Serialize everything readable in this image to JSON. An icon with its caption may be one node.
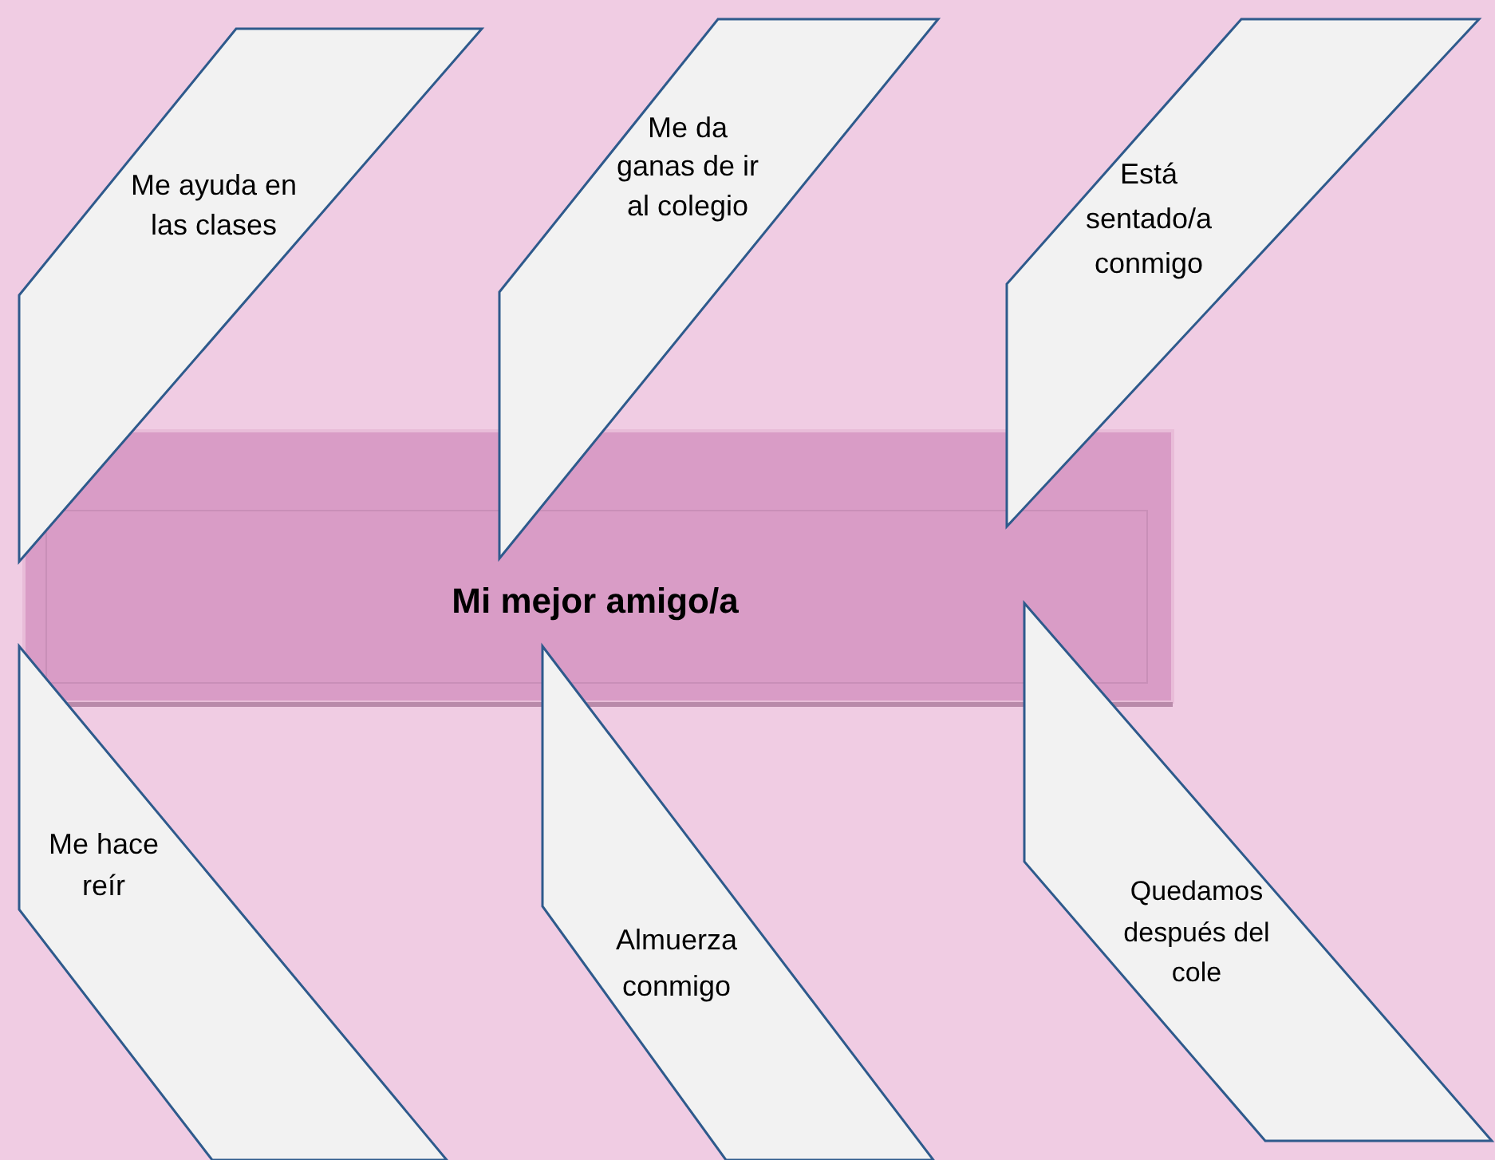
{
  "diagram": {
    "nodes": [
      {
        "text": [
          "Me ayuda en las clases"
        ]
      },
      {
        "text": [
          "Me da ganas de ir al colegio"
        ]
      },
      {
        "text": [
          "Está sentado/a conmigo"
        ]
      },
      {
        "text": [
          "Mi mejor amigo/a"
        ]
      },
      {
        "text": [
          "Me hace reír"
        ]
      },
      {
        "text": [
          "Almuerza conmigo"
        ]
      },
      {
        "text": [
          "Quedamos después del cole"
        ]
      }
    ]
  }
}
